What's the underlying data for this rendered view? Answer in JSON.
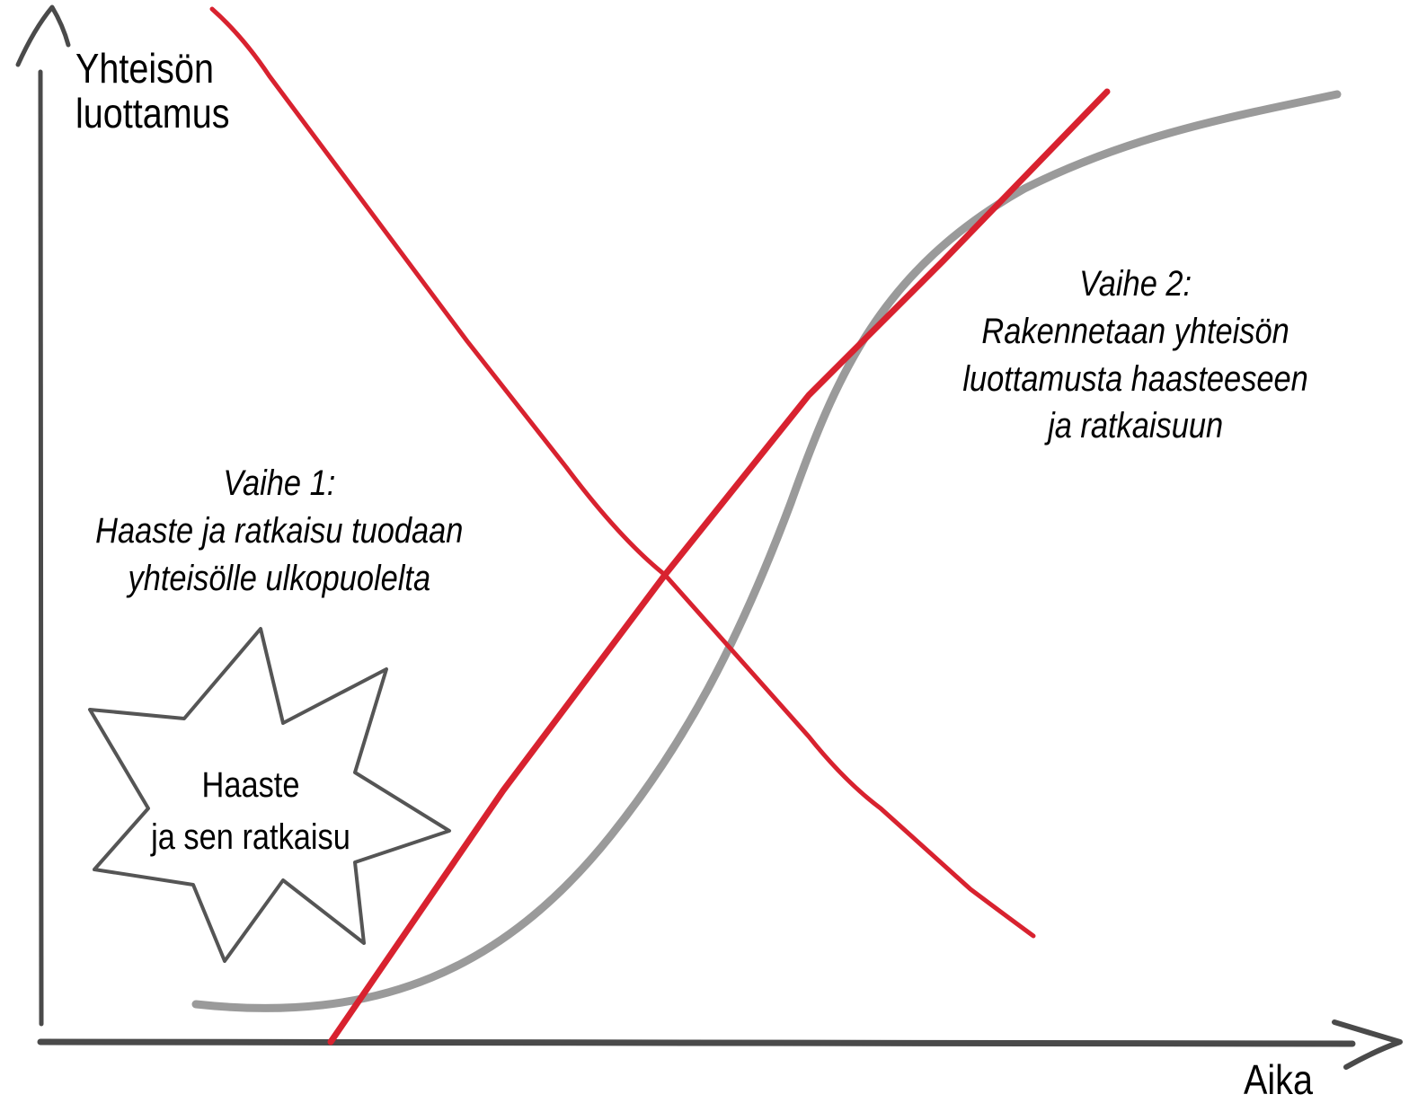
{
  "colors": {
    "axis": "#4a4a4a",
    "curve": "#8f8f8f",
    "cross": "#d8222f",
    "star": "#555555",
    "text": "#000000"
  },
  "y_axis": {
    "label_line1": "Yhteisön",
    "label_line2": "luottamus"
  },
  "x_axis": {
    "label": "Aika"
  },
  "phase1": {
    "title": "Vaihe 1:",
    "line1": "Haaste ja ratkaisu tuodaan",
    "line2": "yhteisölle ulkopuolelta"
  },
  "phase2": {
    "title": "Vaihe 2:",
    "line1": "Rakennetaan yhteisön",
    "line2": "luottamusta haasteeseen",
    "line3": "ja ratkaisuun"
  },
  "star": {
    "line1": "Haaste",
    "line2": "ja sen ratkaisu"
  }
}
